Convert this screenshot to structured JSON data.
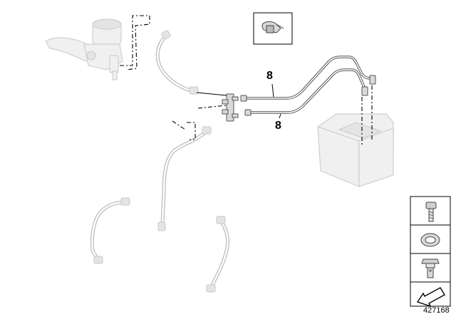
{
  "callouts": {
    "top": "8",
    "bottom": "8"
  },
  "reference_number": "427168",
  "legend_icons": [
    "clamp-icon",
    "screw-bolt-icon",
    "sealing-ring-icon",
    "hollow-bolt-icon",
    "arrow-icon"
  ]
}
